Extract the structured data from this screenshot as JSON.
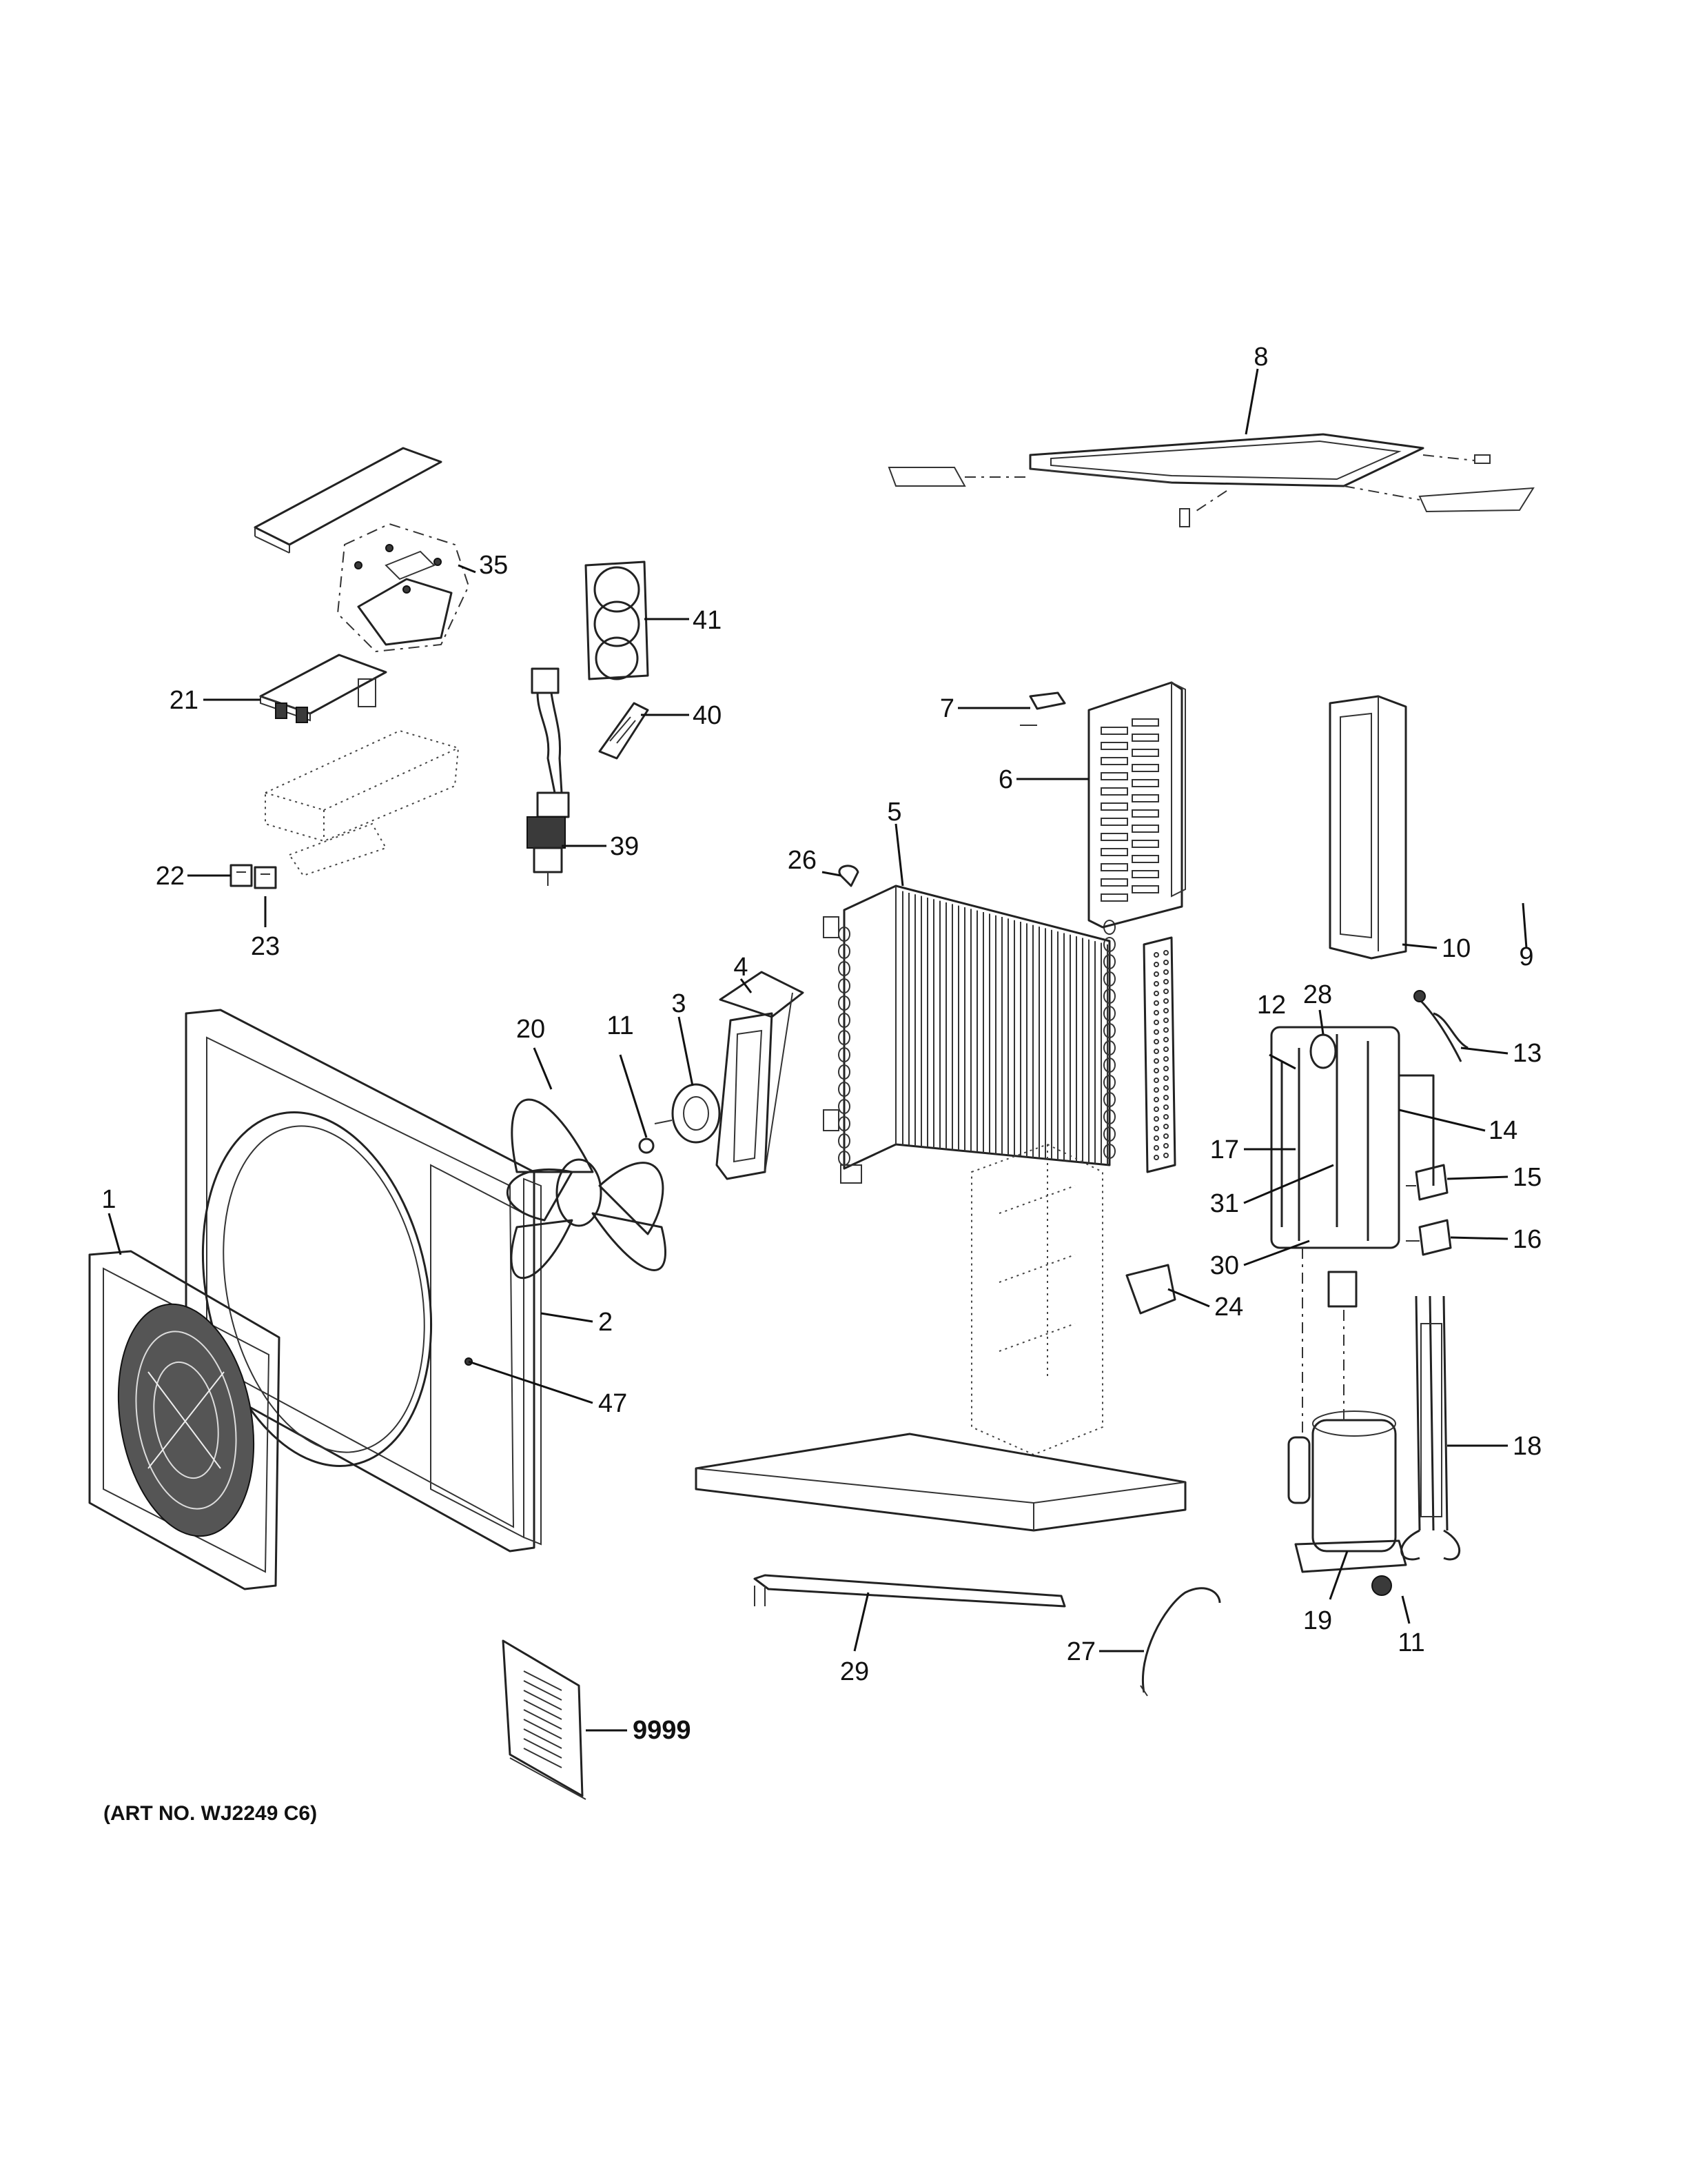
{
  "labels": {
    "p1": "1",
    "p2": "2",
    "p3": "3",
    "p4": "4",
    "p5": "5",
    "p6": "6",
    "p7": "7",
    "p8": "8",
    "p9": "9",
    "p10": "10",
    "p11a": "11",
    "p11b": "11",
    "p12": "12",
    "p13": "13",
    "p14": "14",
    "p15": "15",
    "p16": "16",
    "p17": "17",
    "p18": "18",
    "p19": "19",
    "p20": "20",
    "p21": "21",
    "p22": "22",
    "p23": "23",
    "p24": "24",
    "p26": "26",
    "p27": "27",
    "p28": "28",
    "p29": "29",
    "p30": "30",
    "p31": "31",
    "p35": "35",
    "p39": "39",
    "p40": "40",
    "p41": "41",
    "p47": "47",
    "p9999": "9999"
  },
  "art_number": "(ART NO. WJ2249 C6)"
}
